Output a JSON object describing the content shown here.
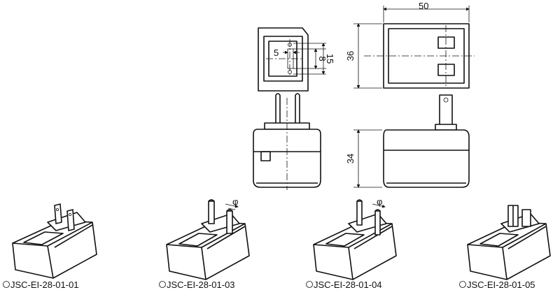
{
  "dimensions": {
    "width_50": "50",
    "height_36": "36",
    "depth_34": "34",
    "pin_5": "5",
    "pin_8": "8",
    "pin_15": "15"
  },
  "symbols": {
    "diameter": "φ"
  },
  "models": [
    {
      "label": "JSC-EI-28-01-01"
    },
    {
      "label": "JSC-EI-28-01-03"
    },
    {
      "label": "JSC-EI-28-01-04"
    },
    {
      "label": "JSC-EI-28-01-05"
    }
  ]
}
